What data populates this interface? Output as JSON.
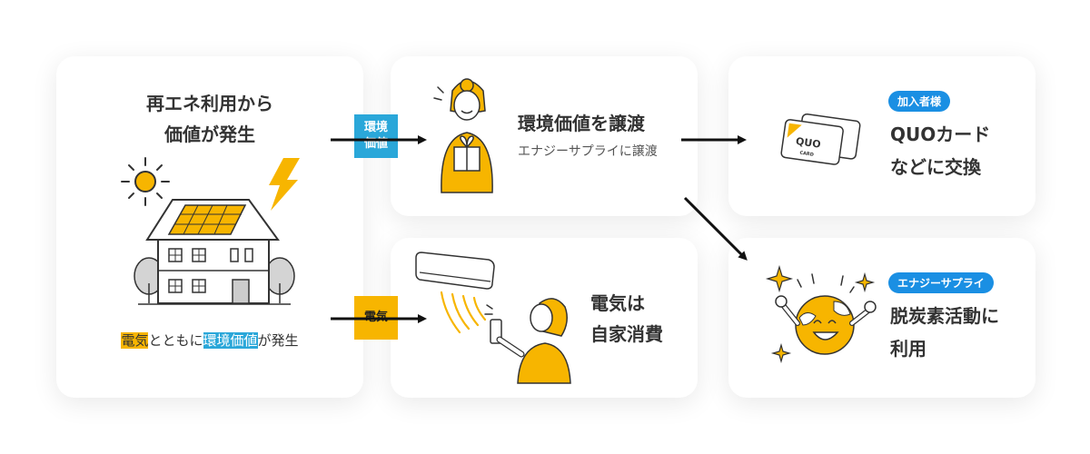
{
  "card_left": {
    "title_line1": "再エネ利用から",
    "title_line2": "価値が発生",
    "caption": {
      "part1": "電気",
      "part2": "とともに",
      "part3": "環境価値",
      "part4": "が発生"
    }
  },
  "badge_env": {
    "line1": "環境",
    "line2": "価値"
  },
  "badge_elec": {
    "label": "電気"
  },
  "card_transfer": {
    "title": "環境価値を譲渡",
    "subtitle": "エナジーサプライに譲渡"
  },
  "card_self": {
    "line1": "電気は",
    "line2": "自家消費"
  },
  "card_quo": {
    "pill": "加入者様",
    "line1": "QUOカード",
    "line2": "などに交換",
    "card_text": "QUO",
    "card_sub": "CARD"
  },
  "card_decarb": {
    "pill": "エナジーサプライ",
    "line1": "脱炭素活動に",
    "line2": "利用"
  },
  "colors": {
    "accent_yellow": "#f7b500",
    "accent_blue": "#2aa7d9",
    "pill_blue": "#1a8fe3"
  }
}
